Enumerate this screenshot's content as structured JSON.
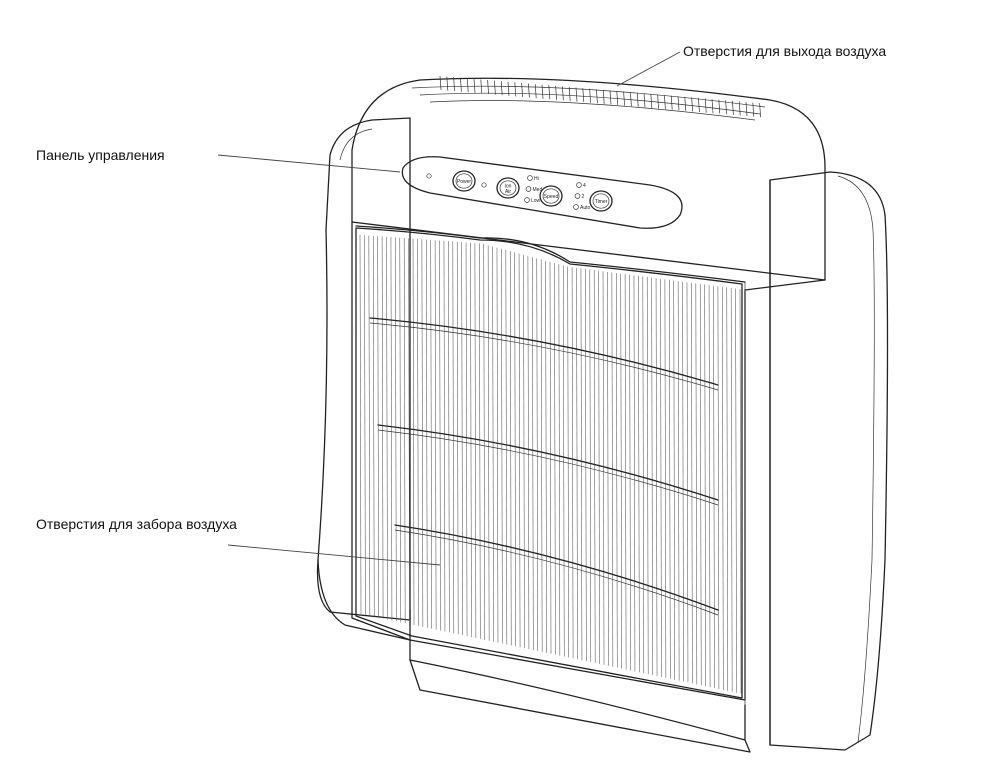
{
  "labels": {
    "air_outlet": "Отверстия для выхода воздуха",
    "control_panel": "Панель управления",
    "air_intake": "Отверстия для забора воздуха"
  },
  "control_panel": {
    "power_button": "Power",
    "ion_button": "Ion",
    "ion_button_sub": "Air",
    "speed_button": "Speed",
    "timer_button": "Timer",
    "speed_indicators": [
      "Hi",
      "Med",
      "Low"
    ],
    "timer_indicators": [
      "4",
      "2",
      "Auto"
    ]
  },
  "icons": {
    "device": "air-purifier-illustration"
  },
  "colors": {
    "line": "#222222",
    "background": "#ffffff"
  }
}
